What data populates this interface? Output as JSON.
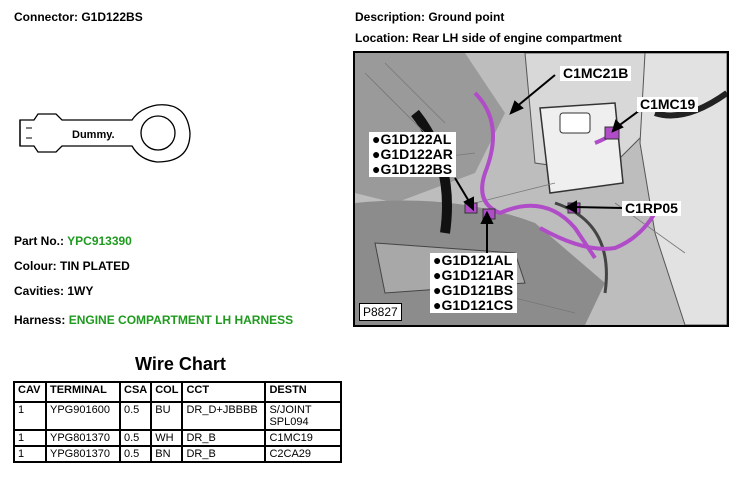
{
  "header": {
    "connector": "Connector: G1D122BS",
    "description": "Description: Ground point",
    "location": "Location: Rear LH side of engine compartment"
  },
  "connector_image": {
    "label": "Dummy."
  },
  "details": {
    "part_label": "Part No.:",
    "part_value": "YPC913390",
    "colour": "Colour: TIN PLATED",
    "cavities": "Cavities: 1WY",
    "harness_label": "Harness:",
    "harness_value": "ENGINE COMPARTMENT LH HARNESS"
  },
  "colors": {
    "accent_green": "#1f9a1f",
    "harness_wire": "#b04cc8"
  },
  "photo": {
    "ref": "P8827",
    "callouts": {
      "c1mc21b": "C1MC21B",
      "c1mc19": "C1MC19",
      "c1rp05": "C1RP05",
      "group_top": [
        "●G1D122AL",
        "●G1D122AR",
        "●G1D122BS"
      ],
      "group_bottom": [
        "●G1D121AL",
        "●G1D121AR",
        "●G1D121BS",
        "●G1D121CS"
      ]
    }
  },
  "wire_chart": {
    "title": "Wire Chart",
    "headers": [
      "CAV",
      "TERMINAL",
      "CSA",
      "COL",
      "CCT",
      "DESTN"
    ],
    "rows": [
      [
        "1",
        "YPG901600",
        "0.5",
        "BU",
        "DR_D+JBBBB",
        "S/JOINT SPL094"
      ],
      [
        "1",
        "YPG801370",
        "0.5",
        "WH",
        "DR_B",
        "C1MC19"
      ],
      [
        "1",
        "YPG801370",
        "0.5",
        "BN",
        "DR_B",
        "C2CA29"
      ]
    ]
  }
}
